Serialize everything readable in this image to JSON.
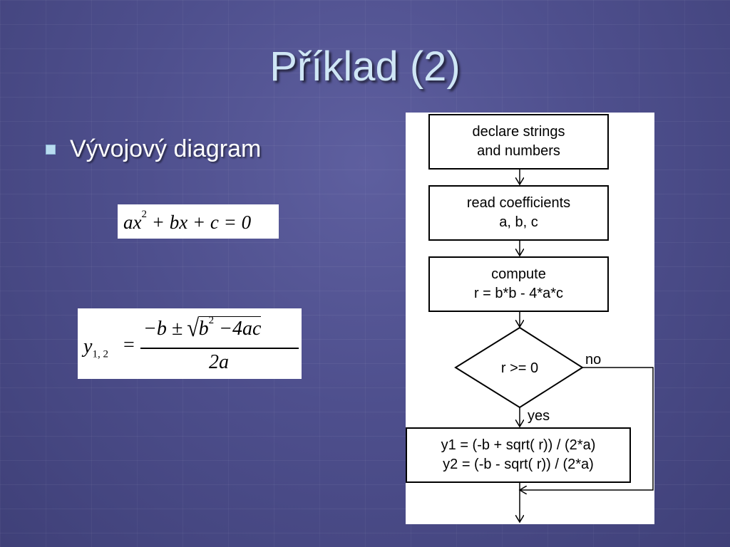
{
  "title": "Příklad (2)",
  "bullet": "Vývojový diagram",
  "formulas": {
    "equation": {
      "a": "ax",
      "sq": "2",
      "rest": "+ bx + c = 0"
    },
    "roots": {
      "lhs": "y",
      "lhs_sub": "1, 2",
      "eq": "=",
      "num_pre": "−b ± ",
      "sqrt_b": "b",
      "sqrt_sq": "2",
      "sqrt_rest": " −4ac",
      "den": "2a"
    }
  },
  "flowchart": {
    "box1": {
      "line1": "declare strings",
      "line2": "and numbers"
    },
    "box2": {
      "line1": "read coefficients",
      "line2": "a, b, c"
    },
    "box3": {
      "line1": "compute",
      "line2": "r = b*b - 4*a*c"
    },
    "decision": "r >= 0",
    "label_no": "no",
    "label_yes": "yes",
    "box4": {
      "line1": "y1 = (-b + sqrt( r)) / (2*a)",
      "line2": "y2 = (-b - sqrt( r)) / (2*a)"
    }
  }
}
